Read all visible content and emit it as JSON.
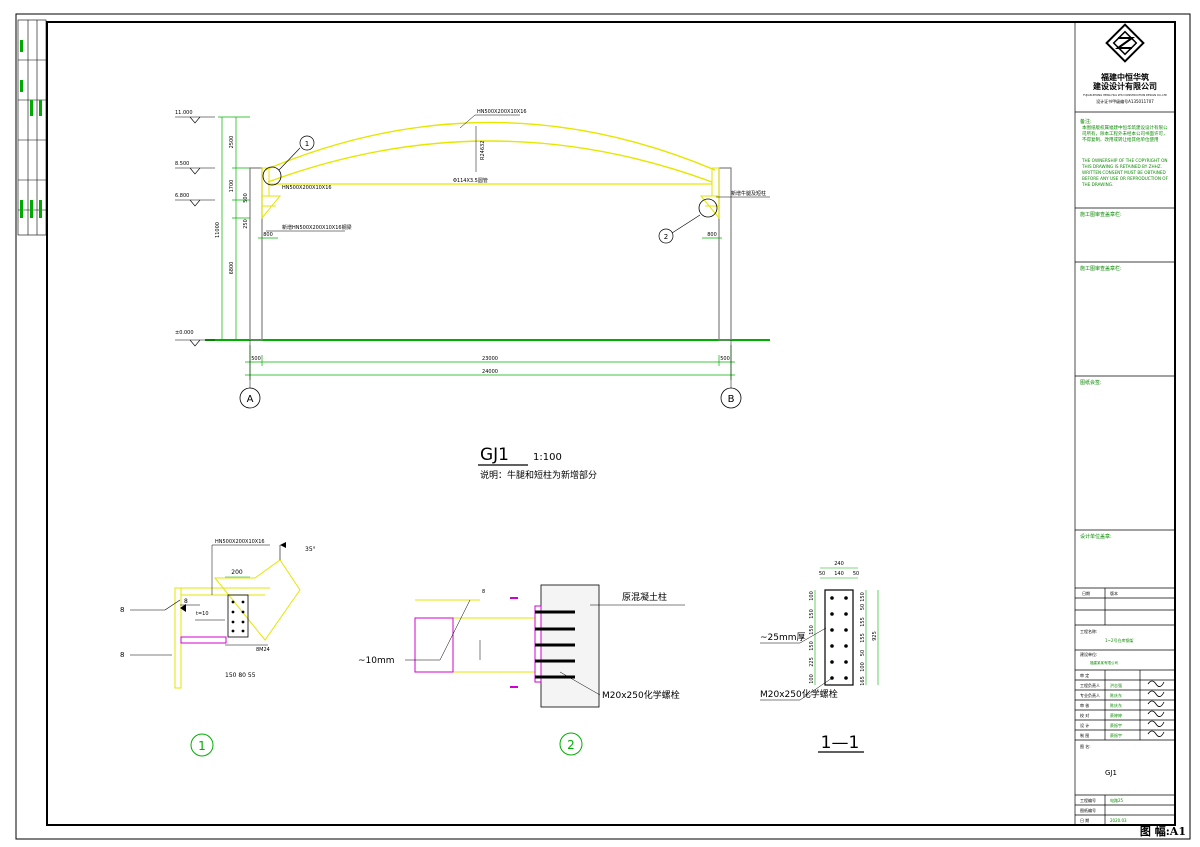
{
  "sheet": {
    "frame_label": "图 幅:A1",
    "colors": {
      "yellow": "#e6e600",
      "green": "#00b000",
      "magenta": "#d000d0",
      "black": "#000000",
      "gray": "#808080"
    }
  },
  "gj1": {
    "title": "GJ1",
    "scale": "1:100",
    "note": "说明：牛腿和短柱为新增部分",
    "elevations": [
      "11.000",
      "8.500",
      "6.800",
      "±0.000"
    ],
    "dims_vertical": [
      "2500",
      "1700",
      "500",
      "250",
      "11000",
      "6800"
    ],
    "dims_horizontal": [
      "500",
      "23000",
      "500",
      "24000",
      "800",
      "800"
    ],
    "axes": [
      "A",
      "B"
    ],
    "labels": {
      "arch": "HN500X200X10X16",
      "radius": "R24632",
      "tie": "Φ114X3.5圆管",
      "beam_left": "HN500X200X10X16",
      "corbel": "新增HN500X200X10X16钢梁",
      "right_label": "新增牛腿及短柱",
      "detail1_tag": "1",
      "detail2_tag": "2"
    }
  },
  "detail1": {
    "number": "1",
    "top_label": "HN500X200X10X16",
    "dim": "200",
    "weld1": "8",
    "weld2": "8",
    "weld3": "8",
    "angle": "35°",
    "plate": "t=10",
    "bottom_dims": "150 80 55",
    "stiffener": "8M24"
  },
  "detail2": {
    "number": "2",
    "column": "原混凝土柱",
    "plate": "~10mm",
    "bolt": "M20x250化学螺栓",
    "weld": "8"
  },
  "section11": {
    "title": "1—1",
    "plate": "~25mm厚",
    "bolt": "M20x250化学螺栓",
    "top_dims": [
      "240",
      "50",
      "140",
      "50"
    ],
    "left_dims": [
      "100",
      "150",
      "150",
      "150",
      "225",
      "100"
    ],
    "right_dims": [
      "150",
      "50",
      "155",
      "155",
      "925",
      "50",
      "100",
      "165"
    ]
  },
  "titleblock": {
    "company_cn": "福建中恒华筑",
    "company_cn2": "建设设计有限公司",
    "company_en": "FUJIAN ZHONG HENG HUA ZHU CONSTRUCTION DESIGN CO.,LTD",
    "license": "设计证书甲级编号A135011707",
    "notes_title": "备注:",
    "notes_cn": "本图纸版权属福建中恒华筑建设设计有限公司所有，除本工程外未经本公司书面许可，不得复制、改用或转让给其他单位使用",
    "notes_en": "THE OWNERSHIP OF THE COPYRIGHT ON THIS DRAWING IS RETAINED BY ZHHZ. WRITTEN CONSENT MUST BE OBTAINED BEFORE ANY USE OR REPRODUCTION OF THE DRAWING.",
    "sec1": "施工图审查盖章栏:",
    "sec2": "施工图审查盖章栏:",
    "sec3": "图纸会签:",
    "sec4": "设计单位盖章:",
    "rev_cols": [
      "日期",
      "版本"
    ],
    "project_label": "工程名称:",
    "project_value": "1~2号仓库钢架",
    "client_label": "建设单位:",
    "client_value": "福建某某有限公司",
    "roles": [
      {
        "role": "审 定",
        "name": ""
      },
      {
        "role": "工程负责人",
        "name": "洪志强"
      },
      {
        "role": "专业负责人",
        "name": "陈庆东"
      },
      {
        "role": "审 核",
        "name": "陈庆东"
      },
      {
        "role": "校 对",
        "name": "蔡婷婷"
      },
      {
        "role": "设 计",
        "name": "蔡振宇"
      },
      {
        "role": "制 图",
        "name": "蔡振宇"
      }
    ],
    "drawing_title_label": "图 名:",
    "drawing_title": "GJ1",
    "drawing_no_label": "工程编号",
    "drawing_no_value": "电路25",
    "sheet_label": "图纸编号",
    "date_label": "日 期",
    "date_value": "2020.03"
  }
}
